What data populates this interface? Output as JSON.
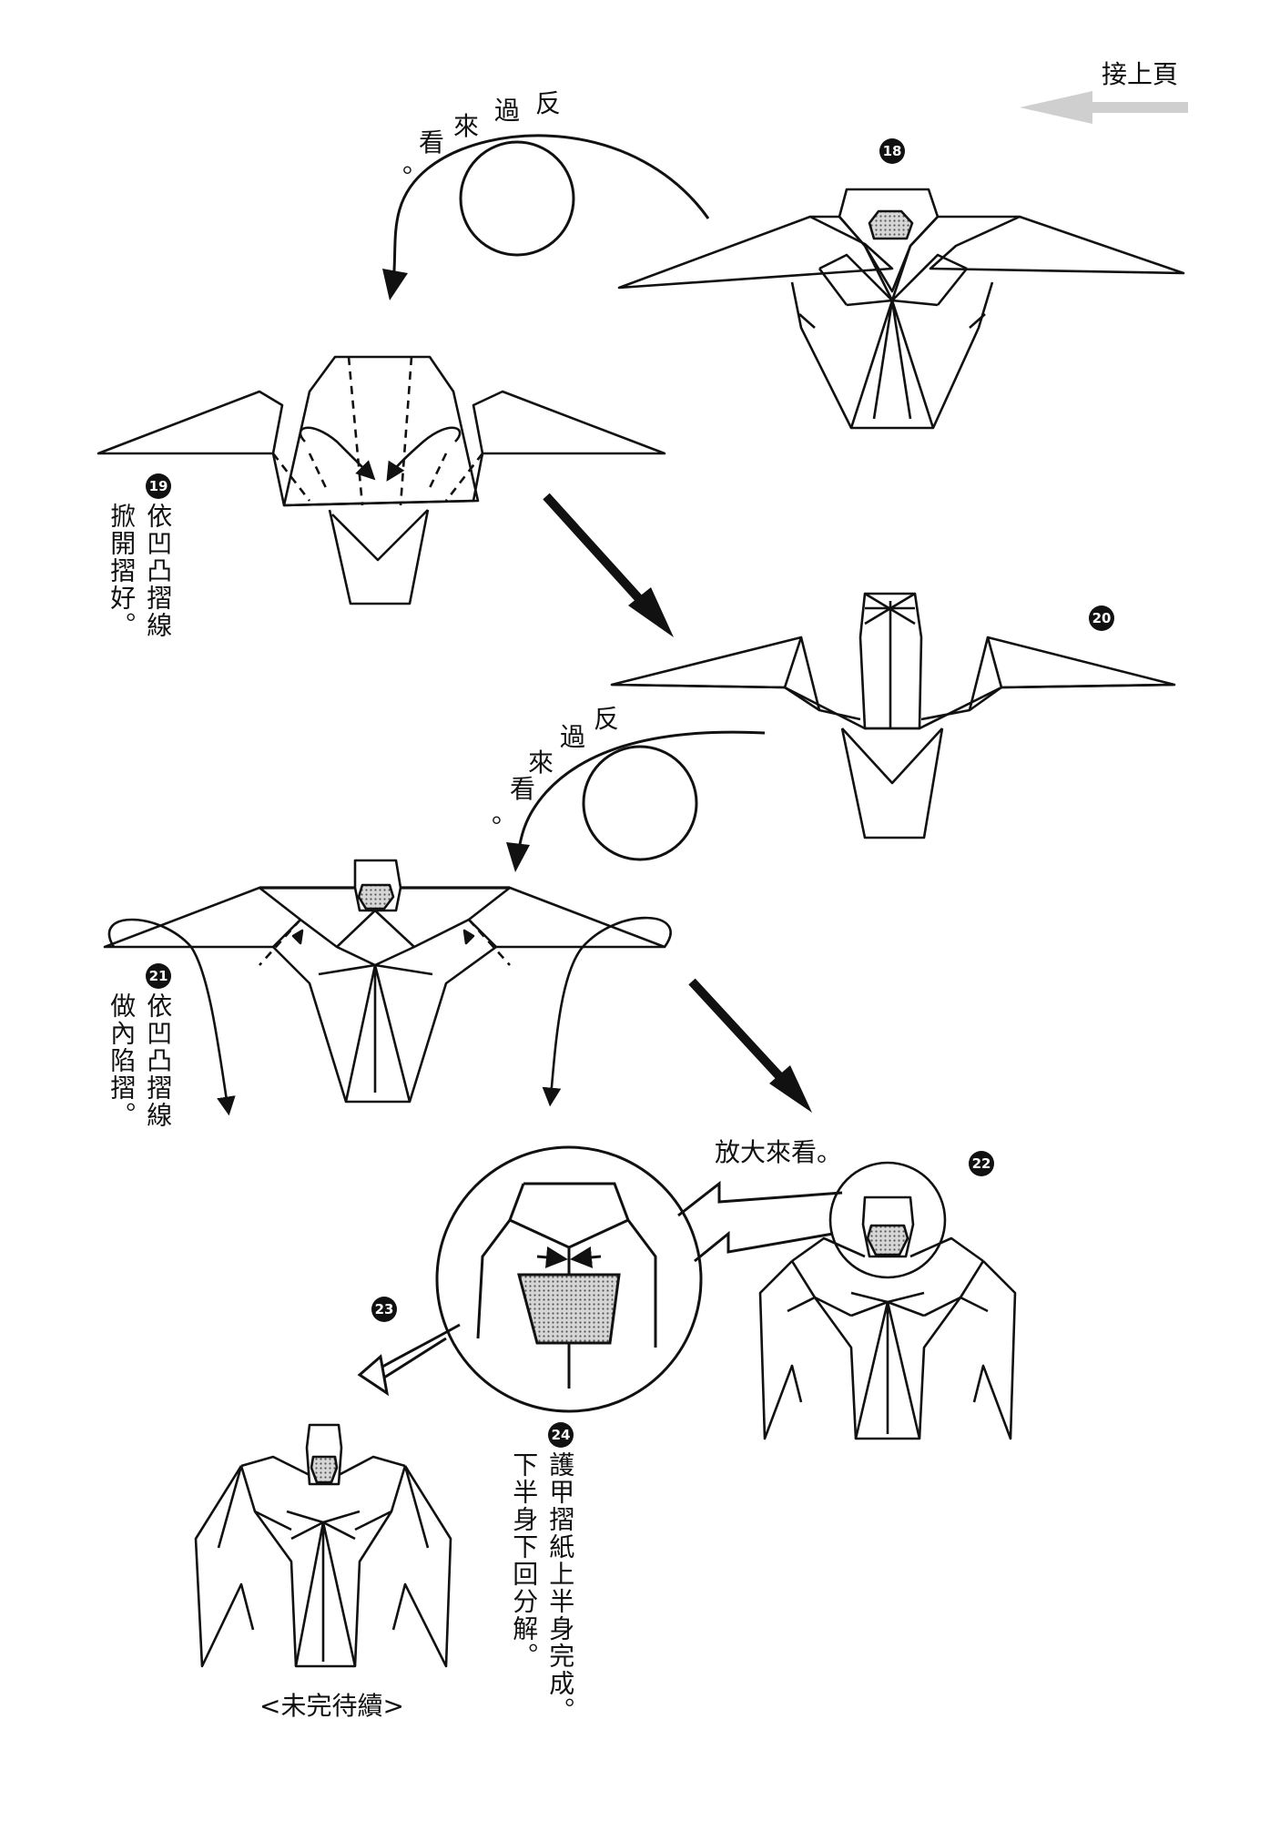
{
  "page": {
    "continue_label": "接上頁",
    "end_label": "<未完待續>"
  },
  "turn_over_1": {
    "chars": [
      "反",
      "過",
      "來",
      "看",
      "。"
    ]
  },
  "turn_over_2": {
    "chars": [
      "反",
      "過",
      "來",
      "看",
      "。"
    ]
  },
  "zoom_label": "放大來看。",
  "steps": [
    {
      "num": "18",
      "text": ""
    },
    {
      "num": "19",
      "text": "依凹凸摺線掀開摺好。",
      "lines": [
        "依凹凸摺線",
        "掀開摺好。"
      ]
    },
    {
      "num": "20",
      "text": ""
    },
    {
      "num": "21",
      "text": "依凹凸摺線做內陷摺。",
      "lines": [
        "依凹凸摺線",
        "做內陷摺。"
      ]
    },
    {
      "num": "22",
      "text": ""
    },
    {
      "num": "23",
      "text": ""
    },
    {
      "num": "24",
      "text": "護甲摺紙上半身完成。下半身下回分解。",
      "lines": [
        "護甲摺紙上半身完成。",
        "下半身下回分解。"
      ]
    }
  ],
  "colors": {
    "ink": "#111111",
    "shade": "#9a9a9a",
    "arrow_gray": "#c8c8c8"
  }
}
